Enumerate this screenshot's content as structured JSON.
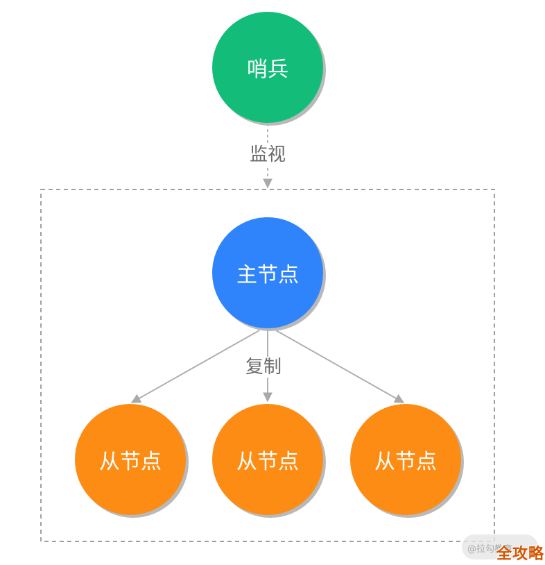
{
  "nodes": {
    "sentinel": {
      "label": "哨兵",
      "color": "#13bd79"
    },
    "master": {
      "label": "主节点",
      "color": "#2f84fb"
    },
    "slaves": [
      {
        "label": "从节点",
        "color": "#fd8c14"
      },
      {
        "label": "从节点",
        "color": "#fd8c14"
      },
      {
        "label": "从节点",
        "color": "#fd8c14"
      }
    ]
  },
  "edges": {
    "monitor_label": "监视",
    "replicate_label": "复制"
  },
  "watermark": {
    "sub": "@拉勾教育",
    "main": "全攻略"
  }
}
